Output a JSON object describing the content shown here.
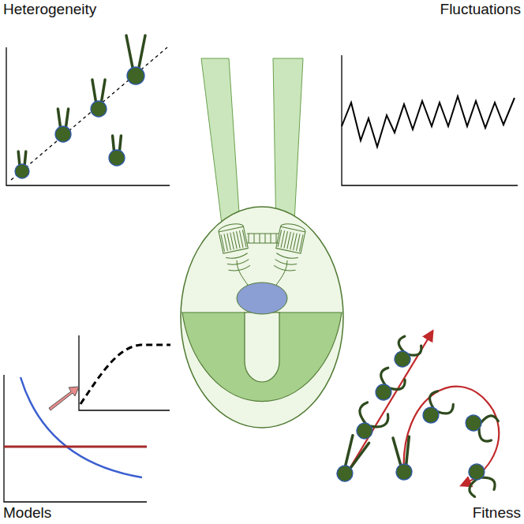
{
  "diagram": {
    "labels": [
      "Heterogeneity",
      "Fluctuations",
      "Models",
      "Fitness"
    ]
  }
}
